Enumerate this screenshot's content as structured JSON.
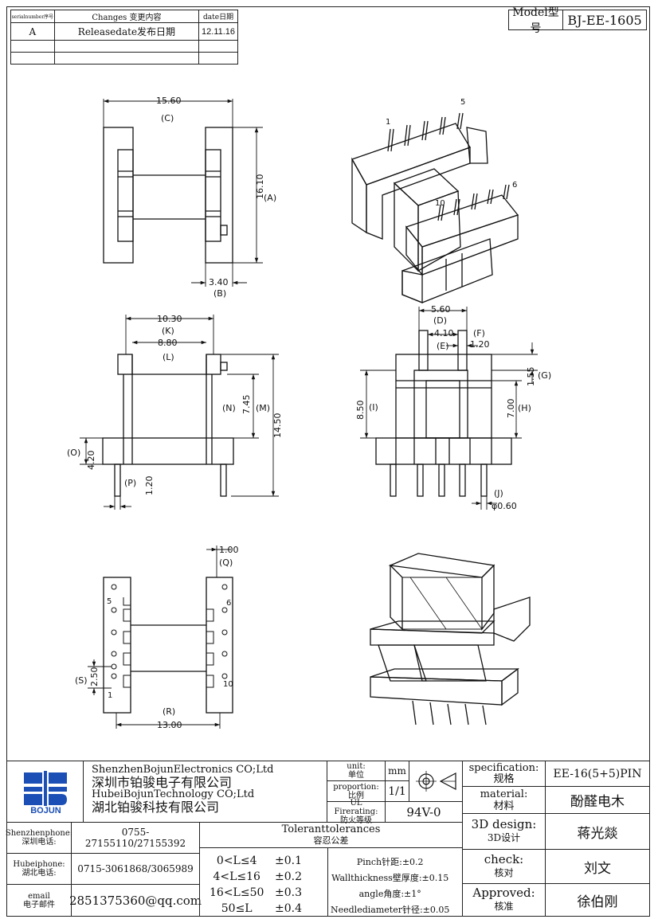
{
  "revision_table": {
    "headers": [
      "serialnumber序号",
      "Changes 变更内容",
      "date日期"
    ],
    "rows": [
      [
        "A",
        "Releasedate发布日期",
        "12.11.16"
      ],
      [
        "",
        "",
        ""
      ],
      [
        "",
        "",
        ""
      ]
    ]
  },
  "model": {
    "label": "Model型号",
    "value": "BJ-EE-1605"
  },
  "dimensions": {
    "d1560": "15.60",
    "C": "(C)",
    "d1610": "16.10",
    "A": "(A)",
    "d340": "3.40",
    "B": "(B)",
    "d1030": "10.30",
    "K": "(K)",
    "d880": "8.80",
    "L": "(L)",
    "d745": "7.45",
    "N": "(N)",
    "M": "(M)",
    "d1450": "14.50",
    "O": "(O)",
    "d420": "4.20",
    "P": "(P)",
    "d120a": "1.20",
    "d560": "5.60",
    "D": "(D)",
    "d410": "4.10",
    "E": "(E)",
    "F": "(F)",
    "d120b": "1.20",
    "d155": "1.55",
    "G": "(G)",
    "d850": "8.50",
    "I": "(I)",
    "d700": "7.00",
    "H": "(H)",
    "J": "(J)",
    "d060": "φ0.60",
    "d100": "1.00",
    "Q": "(Q)",
    "S": "(S)",
    "d250": "2.50",
    "R": "(R)",
    "d1300": "13.00"
  },
  "pins": {
    "p1": "1",
    "p5": "5",
    "p6": "6",
    "p10": "10",
    "b5": "5",
    "b6": "6",
    "b1": "1",
    "b10": "10"
  },
  "company": {
    "logo_text": "BOJUN",
    "name_en_1": "ShenzhenBojunElectronics CO;Ltd",
    "name_cn_1": "深圳市铂骏电子有限公司",
    "name_en_2": "HubeiBojunTechnology CO;Ltd",
    "name_cn_2": "湖北铂骏科技有限公司"
  },
  "unit": {
    "label_en": "unit:",
    "label_cn": "单位",
    "value": "mm"
  },
  "proportion": {
    "label_en": "proportion:",
    "label_cn": "比例",
    "value": "1/1"
  },
  "ul": {
    "label_en": "UL Firerating:",
    "label_cn": "防火等级",
    "value": "94V-0"
  },
  "specification": {
    "label_en": "specification:",
    "label_cn": "规格",
    "value": "EE-16(5+5)PIN"
  },
  "material": {
    "label_en": "material:",
    "label_cn": "材料",
    "value": "酚醛电木"
  },
  "design": {
    "label_en": "3D design:",
    "label_cn": "3D设计",
    "value": "蒋光燚"
  },
  "check": {
    "label_en": "check:",
    "label_cn": "核对",
    "value": "刘文"
  },
  "approved": {
    "label_en": "Approved:",
    "label_cn": "核准",
    "value": "徐伯刚"
  },
  "contacts": {
    "sz_label_en": "Shenzhenphone:",
    "sz_label_cn": "深圳电话:",
    "sz_value": "0755-27155110/27155392",
    "hb_label_en": "Hubeiphone:",
    "hb_label_cn": "湖北电话:",
    "hb_value": "0715-3061868/3065989",
    "em_label_en": "email",
    "em_label_cn": "电子邮件",
    "em_value": "2851375360@qq.com"
  },
  "tolerances": {
    "title_en": "Toleranttolerances",
    "title_cn": "容忍公差",
    "rows": [
      [
        "0<L≤4",
        "±0.1"
      ],
      [
        "4<L≤16",
        "±0.2"
      ],
      [
        "16<L≤50",
        "±0.3"
      ],
      [
        "50≤L",
        "±0.4"
      ]
    ],
    "notes": [
      "Pinch针距:±0.2",
      "Wallthickness壁厚度:±0.15",
      "angle角度:±1°",
      "Needlediameter针径:±0.05"
    ]
  }
}
